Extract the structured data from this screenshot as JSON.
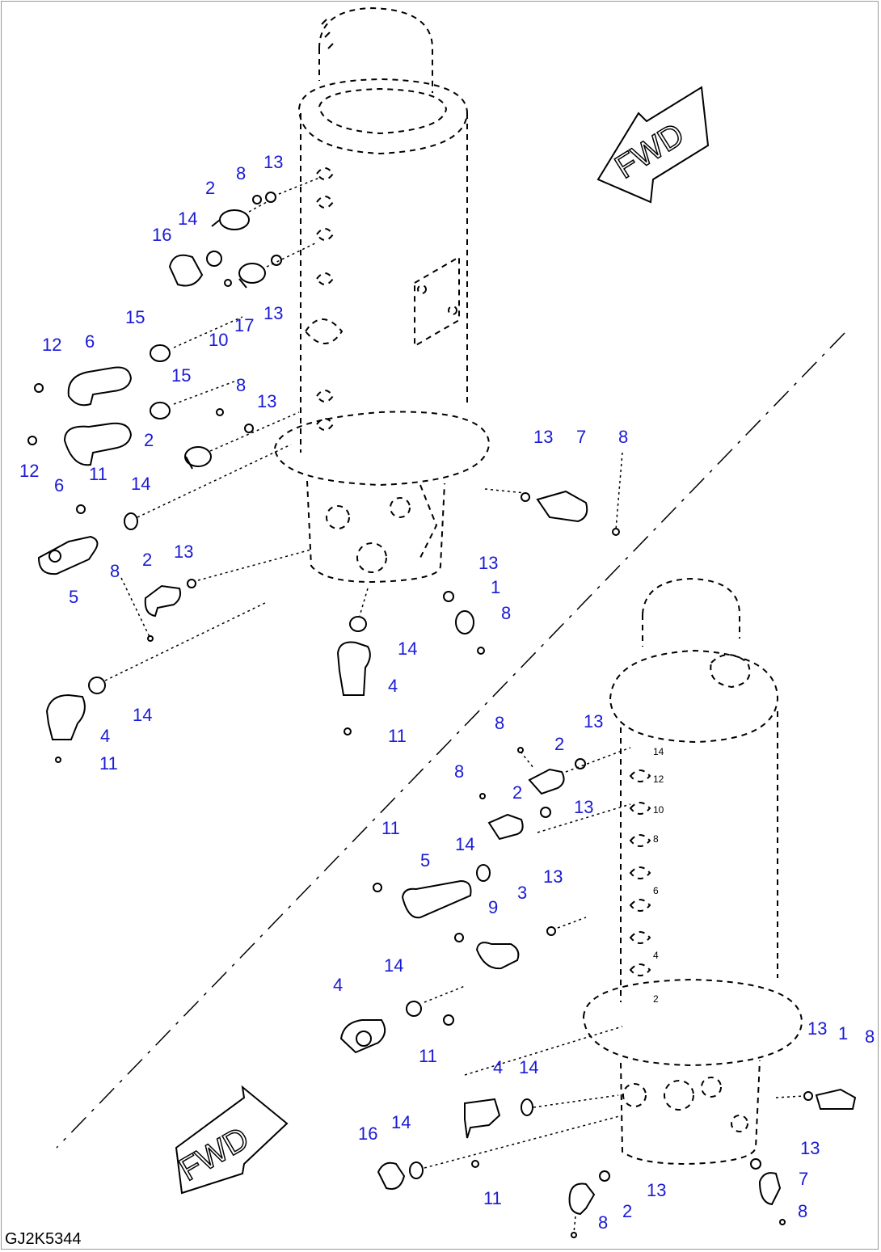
{
  "drawing_code": "GJ2K5344",
  "fwd_label": "FWD",
  "callouts": {
    "upper": [
      {
        "id": "u-13a",
        "label": "13"
      },
      {
        "id": "u-8a",
        "label": "8"
      },
      {
        "id": "u-2a",
        "label": "2"
      },
      {
        "id": "u-14a",
        "label": "14"
      },
      {
        "id": "u-16",
        "label": "16"
      },
      {
        "id": "u-13b",
        "label": "13"
      },
      {
        "id": "u-17",
        "label": "17"
      },
      {
        "id": "u-10",
        "label": "10"
      },
      {
        "id": "u-15a",
        "label": "15"
      },
      {
        "id": "u-12a",
        "label": "12"
      },
      {
        "id": "u-6a",
        "label": "6"
      },
      {
        "id": "u-15b",
        "label": "15"
      },
      {
        "id": "u-8b",
        "label": "8"
      },
      {
        "id": "u-13c",
        "label": "13"
      },
      {
        "id": "u-2b",
        "label": "2"
      },
      {
        "id": "u-12b",
        "label": "12"
      },
      {
        "id": "u-6b",
        "label": "6"
      },
      {
        "id": "u-11a",
        "label": "11"
      },
      {
        "id": "u-14b",
        "label": "14"
      },
      {
        "id": "u-5",
        "label": "5"
      },
      {
        "id": "u-2c",
        "label": "2"
      },
      {
        "id": "u-13d",
        "label": "13"
      },
      {
        "id": "u-8c",
        "label": "8"
      },
      {
        "id": "u-13e",
        "label": "13"
      },
      {
        "id": "u-7",
        "label": "7"
      },
      {
        "id": "u-8d",
        "label": "8"
      },
      {
        "id": "u-13f",
        "label": "13"
      },
      {
        "id": "u-1",
        "label": "1"
      },
      {
        "id": "u-8e",
        "label": "8"
      },
      {
        "id": "u-14c",
        "label": "14"
      },
      {
        "id": "u-4a",
        "label": "4"
      },
      {
        "id": "u-14d",
        "label": "14"
      },
      {
        "id": "u-4b",
        "label": "4"
      },
      {
        "id": "u-11b",
        "label": "11"
      },
      {
        "id": "u-11c",
        "label": "11"
      }
    ],
    "lower": [
      {
        "id": "l-8a",
        "label": "8"
      },
      {
        "id": "l-13a",
        "label": "13"
      },
      {
        "id": "l-2a",
        "label": "2"
      },
      {
        "id": "l-8b",
        "label": "8"
      },
      {
        "id": "l-2b",
        "label": "2"
      },
      {
        "id": "l-13b",
        "label": "13"
      },
      {
        "id": "l-11a",
        "label": "11"
      },
      {
        "id": "l-5",
        "label": "5"
      },
      {
        "id": "l-14a",
        "label": "14"
      },
      {
        "id": "l-13c",
        "label": "13"
      },
      {
        "id": "l-3",
        "label": "3"
      },
      {
        "id": "l-9",
        "label": "9"
      },
      {
        "id": "l-14b",
        "label": "14"
      },
      {
        "id": "l-4a",
        "label": "4"
      },
      {
        "id": "l-11b",
        "label": "11"
      },
      {
        "id": "l-13d",
        "label": "13"
      },
      {
        "id": "l-1",
        "label": "1"
      },
      {
        "id": "l-8c",
        "label": "8"
      },
      {
        "id": "l-4b",
        "label": "4"
      },
      {
        "id": "l-14c",
        "label": "14"
      },
      {
        "id": "l-16",
        "label": "16"
      },
      {
        "id": "l-14d",
        "label": "14"
      },
      {
        "id": "l-11c",
        "label": "11"
      },
      {
        "id": "l-13e",
        "label": "13"
      },
      {
        "id": "l-7",
        "label": "7"
      },
      {
        "id": "l-13f",
        "label": "13"
      },
      {
        "id": "l-2c",
        "label": "2"
      },
      {
        "id": "l-8d",
        "label": "8"
      },
      {
        "id": "l-8e",
        "label": "8"
      }
    ]
  },
  "port_marks": [
    "14",
    "12",
    "10",
    "8",
    "6",
    "4",
    "2"
  ]
}
